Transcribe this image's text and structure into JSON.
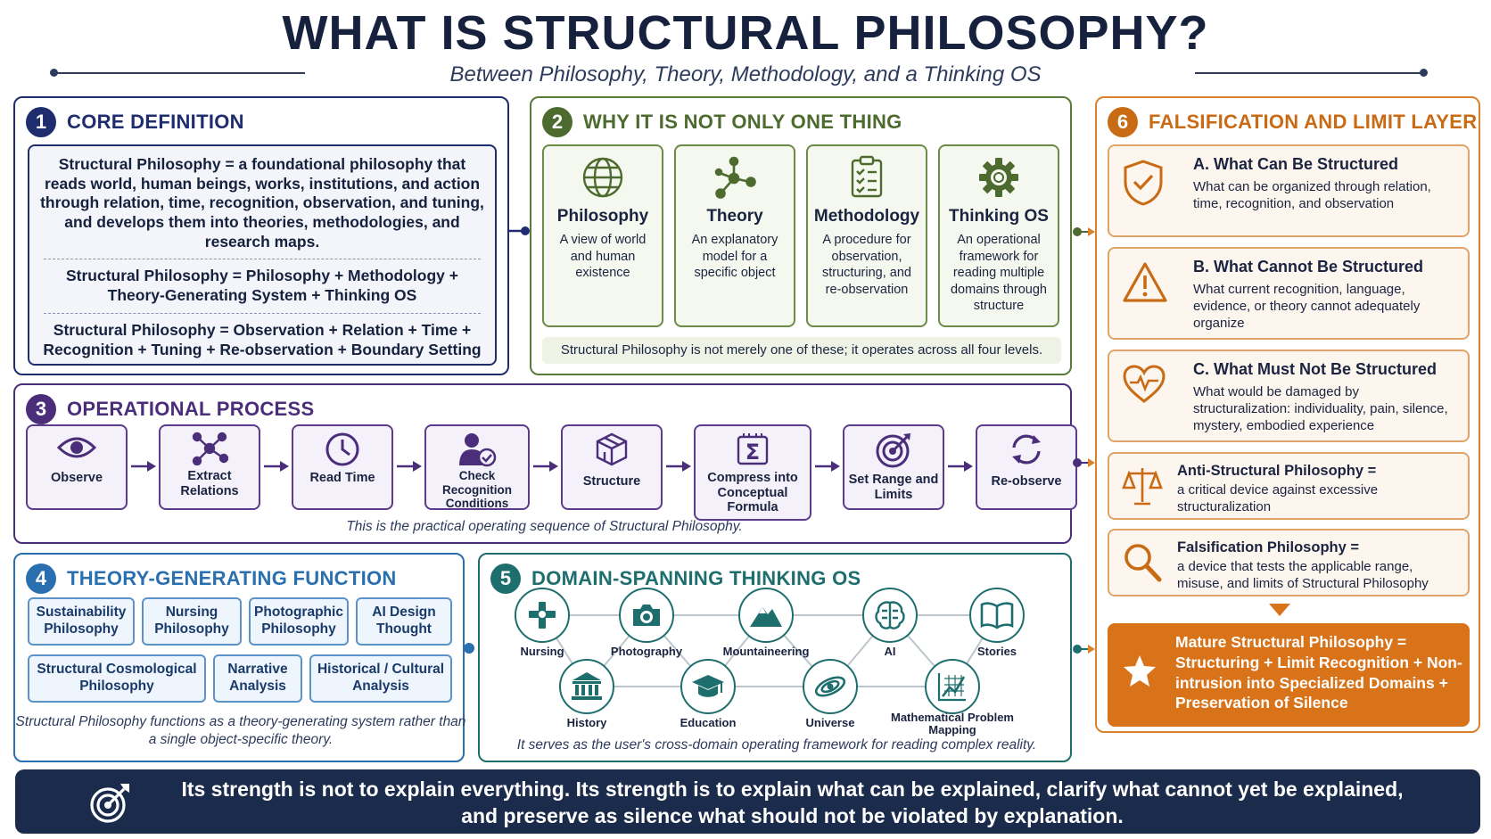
{
  "header": {
    "title": "WHAT IS STRUCTURAL PHILOSOPHY?",
    "subtitle": "Between Philosophy, Theory, Methodology, and a Thinking OS"
  },
  "panel1": {
    "number": "1",
    "title": "CORE DEFINITION",
    "definition": "Structural Philosophy = a foundational philosophy that reads world, human beings, works, institutions, and action through relation, time, recognition, observation, and tuning, and develops them into theories, methodologies, and research maps.",
    "formula1": "Structural Philosophy = Philosophy + Methodology + Theory-Generating System + Thinking OS",
    "formula2": "Structural Philosophy = Observation + Relation + Time + Recognition + Tuning + Re-observation + Boundary Setting"
  },
  "panel2": {
    "number": "2",
    "title": "WHY IT IS NOT ONLY ONE THING",
    "cards": [
      {
        "icon": "globe-icon",
        "title": "Philosophy",
        "desc": "A view of world and human existence"
      },
      {
        "icon": "network-icon",
        "title": "Theory",
        "desc": "An explanatory model for a specific object"
      },
      {
        "icon": "clipboard-icon",
        "title": "Methodology",
        "desc": "A procedure for observation, structuring, and re-observation"
      },
      {
        "icon": "gear-icon",
        "title": "Thinking OS",
        "desc": "An operational framework for reading multiple domains through structure"
      }
    ],
    "note": "Structural Philosophy is not merely one of these; it operates across all four levels."
  },
  "panel3": {
    "number": "3",
    "title": "OPERATIONAL PROCESS",
    "steps": [
      {
        "icon": "eye-icon",
        "label": "Observe"
      },
      {
        "icon": "relations-icon",
        "label": "Extract Relations"
      },
      {
        "icon": "clock-icon",
        "label": "Read Time"
      },
      {
        "icon": "user-check-icon",
        "label": "Check Recognition Conditions"
      },
      {
        "icon": "cube-icon",
        "label": "Structure"
      },
      {
        "icon": "sigma-icon",
        "label": "Compress into Conceptual Formula"
      },
      {
        "icon": "target-icon",
        "label": "Set Range and Limits"
      },
      {
        "icon": "refresh-icon",
        "label": "Re-observe"
      }
    ],
    "note": "This is the practical operating sequence of Structural Philosophy."
  },
  "panel4": {
    "number": "4",
    "title": "THEORY-GENERATING FUNCTION",
    "tags": [
      "Sustainability Philosophy",
      "Nursing Philosophy",
      "Photographic Philosophy",
      "AI Design Thought",
      "Structural Cosmological Philosophy",
      "Narrative Analysis",
      "Historical / Cultural Analysis"
    ],
    "note": "Structural Philosophy functions as a theory-generating system rather than a single object-specific theory."
  },
  "panel5": {
    "number": "5",
    "title": "DOMAIN-SPANNING THINKING OS",
    "nodes": [
      {
        "icon": "nursing-icon",
        "label": "Nursing"
      },
      {
        "icon": "camera-icon",
        "label": "Photography"
      },
      {
        "icon": "mountain-icon",
        "label": "Mountaineering"
      },
      {
        "icon": "brain-icon",
        "label": "AI"
      },
      {
        "icon": "book-icon",
        "label": "Stories"
      },
      {
        "icon": "museum-icon",
        "label": "History"
      },
      {
        "icon": "graduation-cap-icon",
        "label": "Education"
      },
      {
        "icon": "galaxy-icon",
        "label": "Universe"
      },
      {
        "icon": "graph-icon",
        "label": "Mathematical Problem Mapping"
      }
    ],
    "note": "It serves as the user's cross-domain operating framework for reading complex reality."
  },
  "panel6": {
    "number": "6",
    "title": "FALSIFICATION AND LIMIT LAYER",
    "boxes": [
      {
        "icon": "shield-check-icon",
        "title": "A. What Can Be Structured",
        "desc": "What can be organized through relation, time, recognition, and observation"
      },
      {
        "icon": "warning-icon",
        "title": "B. What Cannot Be Structured",
        "desc": "What current recognition, language, evidence, or theory cannot adequately organize"
      },
      {
        "icon": "heart-pulse-icon",
        "title": "C. What Must Not Be Structured",
        "desc": "What would be damaged by structuralization: individuality, pain, silence, mystery, embodied experience"
      }
    ],
    "anti": {
      "icon": "scales-icon",
      "title": "Anti-Structural Philosophy =",
      "desc": "a critical device against excessive structuralization"
    },
    "falsification": {
      "icon": "magnifier-icon",
      "title": "Falsification Philosophy =",
      "desc": "a device that tests the applicable range, misuse, and limits of Structural Philosophy"
    },
    "mature": {
      "icon": "star-icon",
      "text": "Mature Structural Philosophy = Structuring + Limit Recognition + Non-intrusion into Specialized Domains + Preservation of Silence"
    }
  },
  "footer": {
    "icon": "target-arrow-icon",
    "line1": "Its strength is not to explain everything. Its strength is to explain what can be explained, clarify what cannot yet be explained,",
    "line2": "and preserve as silence  what should not be violated by explanation."
  },
  "colors": {
    "navy": "#1f2d6e",
    "green": "#4d6b2e",
    "purple": "#4a2e7a",
    "blue": "#2a6fb0",
    "teal": "#1e6e6e",
    "orange": "#c86b14",
    "footer": "#1b2b4b"
  }
}
